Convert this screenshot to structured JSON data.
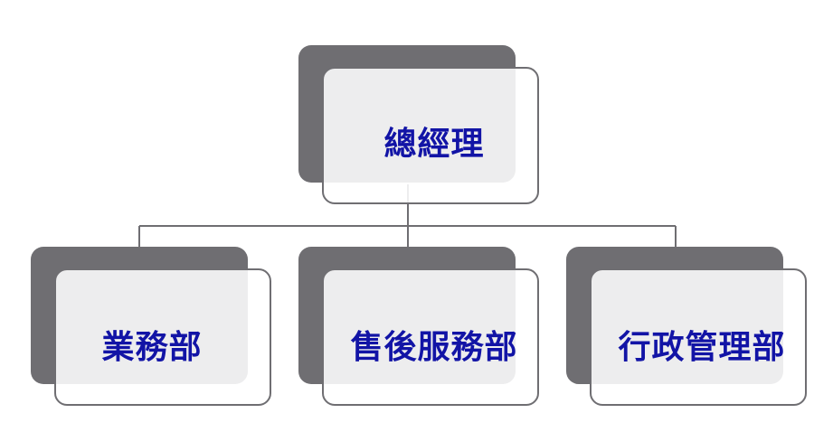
{
  "org_chart": {
    "root": {
      "label": "總經理"
    },
    "children": [
      {
        "label": "業務部"
      },
      {
        "label": "售後服務部"
      },
      {
        "label": "行政管理部"
      }
    ]
  },
  "colors": {
    "shadow": "#6f6e72",
    "card_fill": "#f0f0f0",
    "card_border": "#6f6e72",
    "text": "#1214a6",
    "connector": "#6f6e72"
  }
}
